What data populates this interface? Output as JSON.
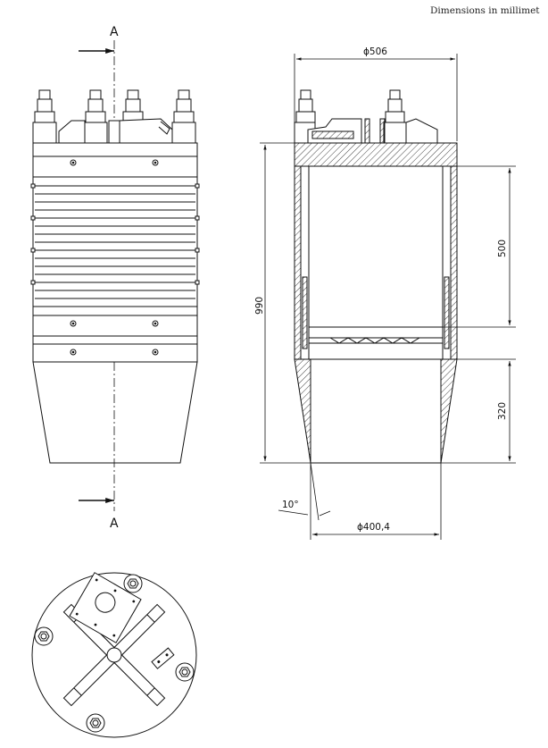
{
  "header": {
    "note": "Dimensions in millimet"
  },
  "section_labels": {
    "top": "A",
    "bottom": "A"
  },
  "dimensions": {
    "diameter_top": "ϕ506",
    "height_total": "990",
    "height_chamber": "500",
    "height_cone": "320",
    "angle": "10°",
    "diameter_bottom": "ϕ400,4"
  }
}
